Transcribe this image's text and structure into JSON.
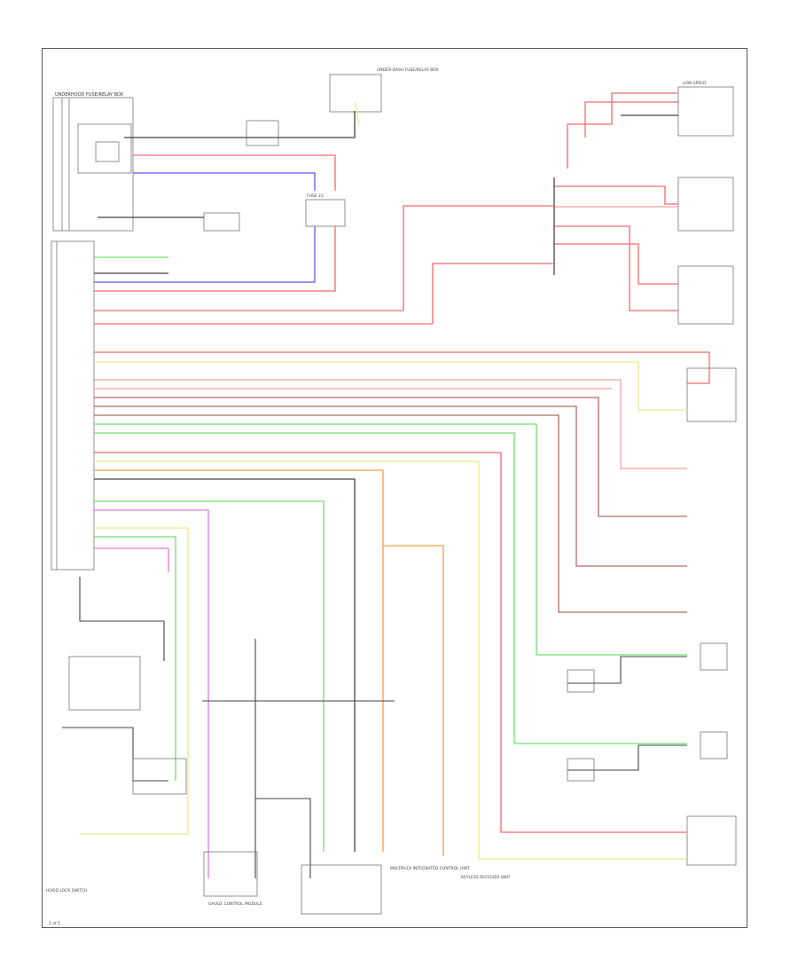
{
  "labels": {
    "top_left_block": "UNDERHOOD FUSE/RELAY BOX",
    "top_center_box": "UNDER-DASH FUSE/RELAY BOX",
    "mid_center_box": "FUSE 23",
    "box_right_top": "LOW SPEED",
    "bottom_left_switch": "HOOD LOCK SWITCH",
    "bottom_center_unit": "GAUGE CONTROL MODULE",
    "bottom_center_unit2": "MULTIPLEX INTEGRATED CONTROL UNIT",
    "bottom_right_unit": "KEYLESS RECEIVER UNIT",
    "page_number": "1 of 1"
  },
  "colors": {
    "wire_red": "#f26b6b",
    "wire_pink": "#f4a0a0",
    "wire_blue": "#5a5af0",
    "wire_green": "#6fe06f",
    "wire_yellow": "#eaea8a",
    "wire_orange": "#f5a04a",
    "wire_magenta": "#e27ae8",
    "wire_brown": "#b06a6a",
    "wire_black": "#444444",
    "frame": "#555555"
  }
}
